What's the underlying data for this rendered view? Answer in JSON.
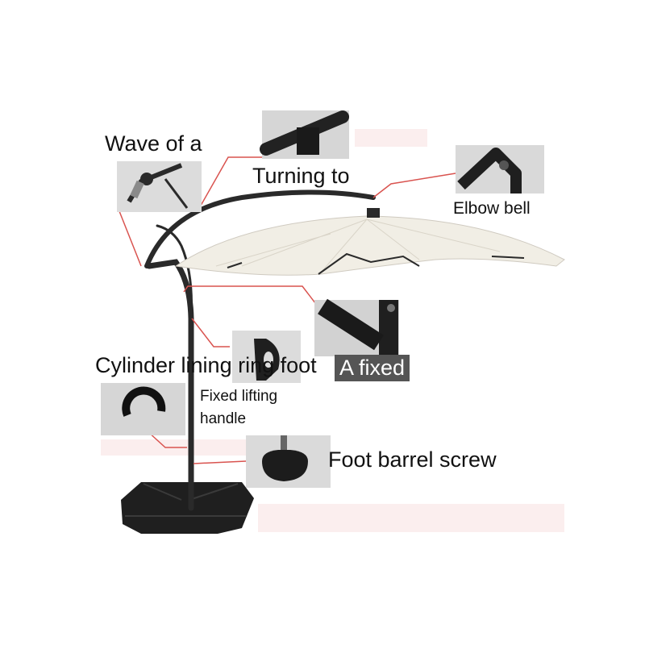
{
  "labels": {
    "wave": "Wave of a",
    "turning": "Turning to",
    "elbow": "Elbow bell",
    "cylinder": "Cylinder lining ring foot",
    "fixed": "A fixed",
    "lifting": "Fixed lifting",
    "lifting2": "handle",
    "foot_screw": "Foot barrel screw"
  },
  "colors": {
    "leader": "#d9534f",
    "canopy": "#f1eee5",
    "pole": "#2a2a2a",
    "thumb_bg": "#dcdcdc"
  }
}
